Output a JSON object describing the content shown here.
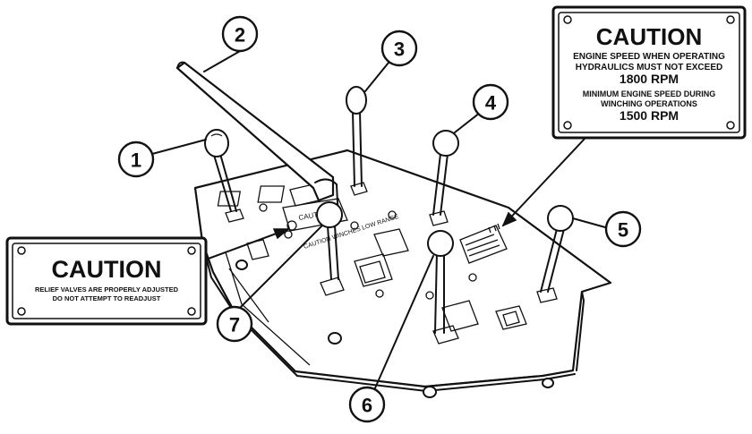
{
  "callouts": [
    {
      "label": "1"
    },
    {
      "label": "2"
    },
    {
      "label": "3"
    },
    {
      "label": "4"
    },
    {
      "label": "5"
    },
    {
      "label": "6"
    },
    {
      "label": "7"
    }
  ],
  "caution_sign_right": {
    "title": "CAUTION",
    "line1": "ENGINE SPEED WHEN OPERATING",
    "line2": "HYDRAULICS MUST NOT EXCEED",
    "line3": "1800 RPM",
    "line4": "MINIMUM ENGINE SPEED DURING",
    "line5": "WINCHING OPERATIONS",
    "line6": "1500 RPM"
  },
  "caution_sign_left": {
    "title": "CAUTION",
    "line1": "RELIEF VALVES ARE PROPERLY ADJUSTED",
    "line2": "DO NOT ATTEMPT TO READJUST"
  },
  "plate_markings": {
    "small_caution": "CAUTION",
    "decal_text": "CAUTION WINCHES LOW RANGE"
  }
}
